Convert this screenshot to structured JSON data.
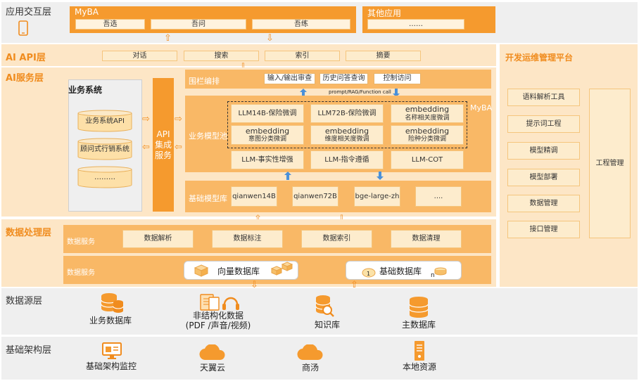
{
  "layers": {
    "app": "应用交互层",
    "api": "AI API层",
    "service": "AI服务层",
    "data_proc": "数据处理层",
    "data_src": "数据源层",
    "infra": "基础架构层"
  },
  "app_layer": {
    "myba_title": "MyBA",
    "myba_items": [
      "吾选",
      "吾问",
      "吾练"
    ],
    "other_title": "其他应用",
    "other_item": "……"
  },
  "api_layer": {
    "items": [
      "对话",
      "搜索",
      "索引",
      "摘要"
    ]
  },
  "business_system": {
    "title": "业务系统",
    "items": [
      "业务系统API",
      "顾问式行销系统",
      "………"
    ]
  },
  "api_integration": {
    "label": "API\n集成\n服务"
  },
  "guardrail": {
    "title": "围栏编排",
    "items": [
      "输入/输出审查",
      "历史问答查询",
      "控制访问"
    ],
    "note": "prompt/RAG/Function call"
  },
  "model_pool": {
    "title": "业务模型池",
    "tag": "MyBA",
    "row1": [
      "LLM14B-保险微调",
      "LLM72B-保险微调",
      "embedding\n名称相关度微调"
    ],
    "row2": [
      "embedding\n意图分类微调",
      "embedding\n维度相关度微调",
      "embedding\n险种分类微调"
    ],
    "row3": [
      "LLM-事实性增强",
      "LLM-指令遵循",
      "LLM-COT"
    ]
  },
  "base_models": {
    "title": "基础模型库",
    "items": [
      "qianwen14B",
      "qianwen72B",
      "bge-large-zh",
      "...."
    ]
  },
  "data_processing": {
    "row1_title": "数据服务",
    "row1_items": [
      "数据解析",
      "数据标注",
      "数据索引",
      "数据清理"
    ],
    "row2_title": "数据服务",
    "vector_db": "向量数据库",
    "base_db": "基础数据库",
    "base_db_marks": [
      "1",
      "n"
    ]
  },
  "data_sources": {
    "items": [
      "业务数据库",
      "非结构化数据\n(PDF /声音/视频)",
      "知识库",
      "主数据库"
    ]
  },
  "infrastructure": {
    "items": [
      "基础架构监控",
      "天翼云",
      "商汤",
      "本地资源"
    ]
  },
  "devops": {
    "title": "开发运维管理平台",
    "items": [
      "语料解析工具",
      "提示词工程",
      "模型精调",
      "模型部署",
      "数据管理",
      "接口管理"
    ],
    "engineering": "工程管理"
  },
  "colors": {
    "orange": "#f08c1e",
    "panel": "#f9b866",
    "deep": "#f59a2e",
    "light": "#fdeccd",
    "blue": "#4a90d9",
    "gray": "#eeeeee"
  }
}
